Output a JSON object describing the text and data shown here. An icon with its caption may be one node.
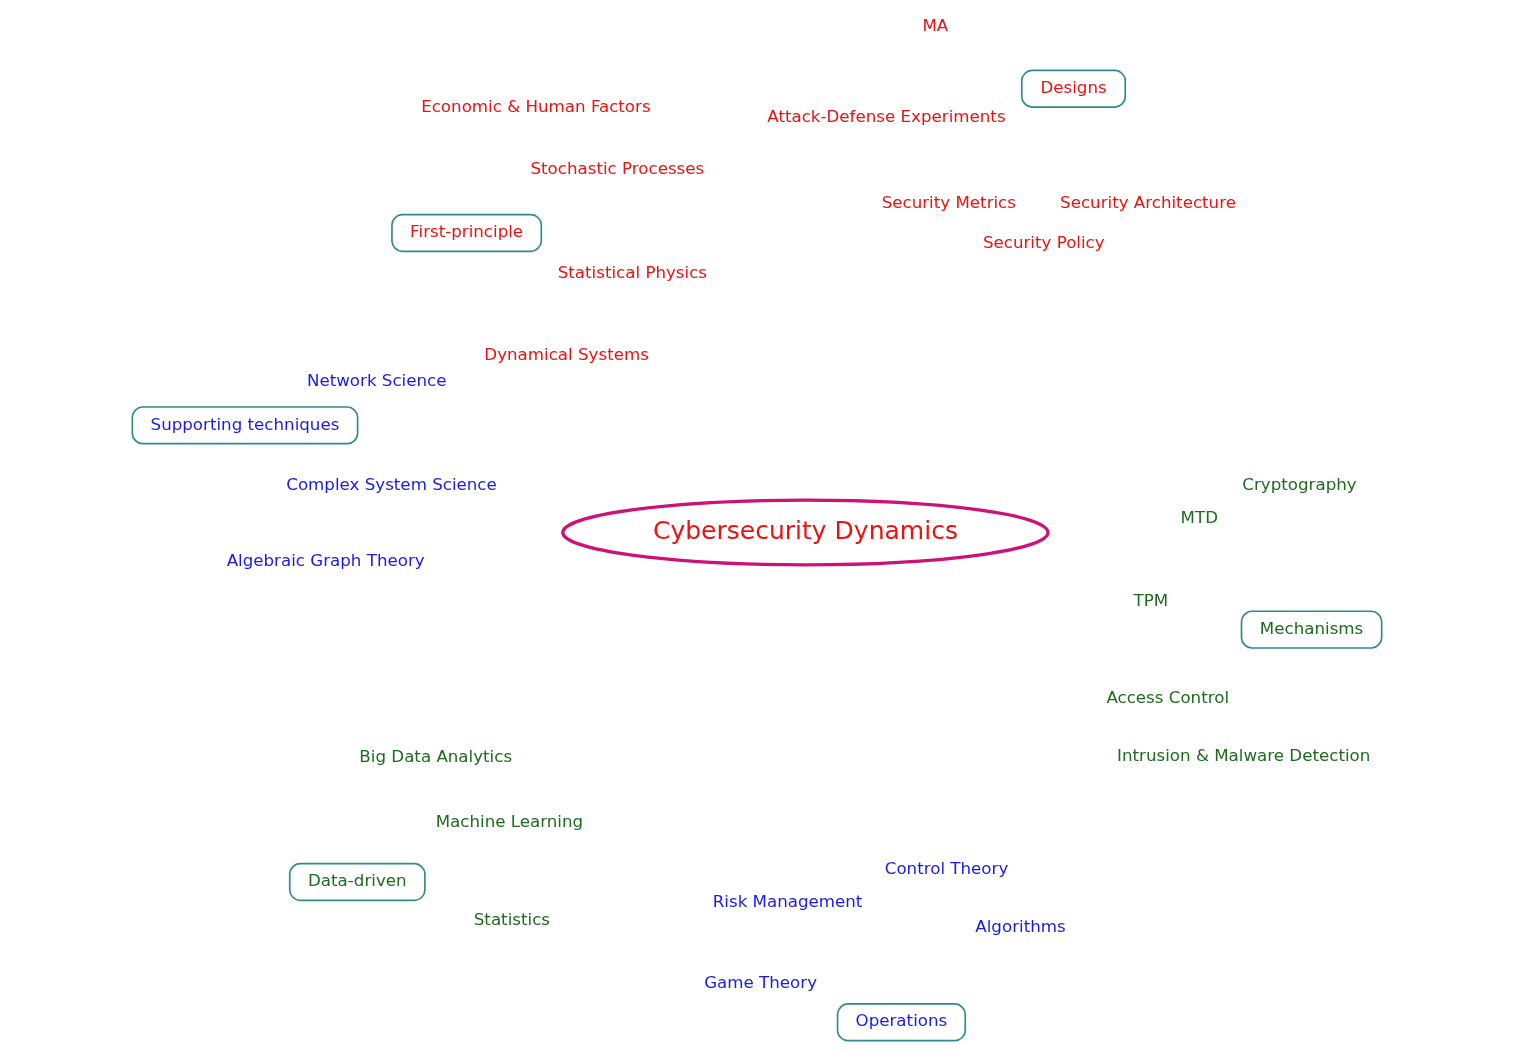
{
  "diagram": {
    "nodes": [
      {
        "text": [
          "Cybersecurity Dynamics"
        ]
      },
      {
        "text": [
          "Operations"
        ]
      },
      {
        "text": [
          "Mechanisms"
        ]
      },
      {
        "text": [
          "First-principle"
        ]
      },
      {
        "text": [
          "Designs"
        ]
      },
      {
        "text": [
          "Data-driven"
        ]
      },
      {
        "text": [
          "Supporting techniques"
        ]
      }
    ],
    "labels": [
      "Algorithms",
      "Control Theory",
      "Risk Management",
      "Game Theory",
      "Intrusion & Malware Detection",
      "Access Control",
      "TPM",
      "MTD",
      "Cryptography",
      "Security Architecture",
      "Dynamical Systems",
      "Security Policy",
      "Security Metrics",
      "Statistical Physics",
      "Stochastic Processes",
      "Attack-Defense Experiments",
      "Economic & Human Factors",
      "Network Science",
      "Statistics",
      "MA",
      "Complex System Science",
      "Machine Learning",
      "Big Data Analytics",
      "Algebraic Graph Theory"
    ]
  }
}
